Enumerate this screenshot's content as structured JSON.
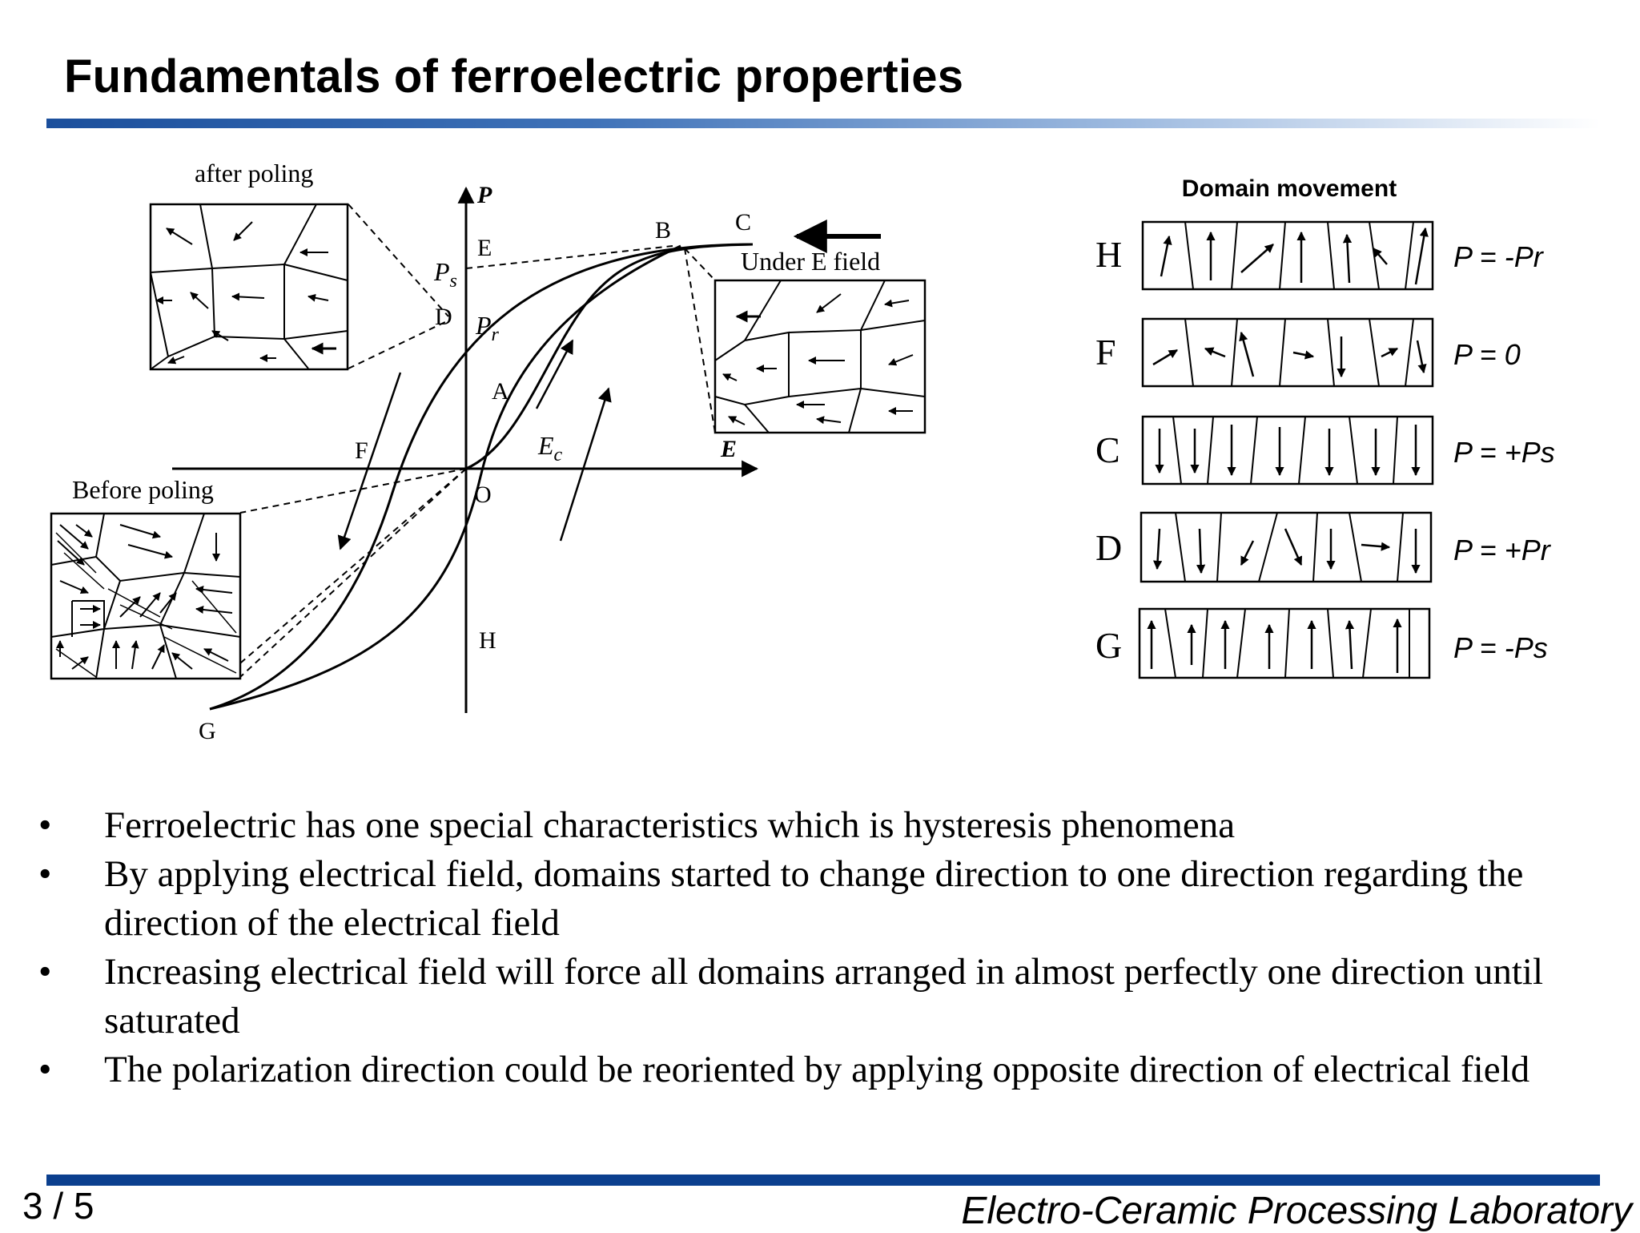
{
  "slide": {
    "title": "Fundamentals of ferroelectric properties",
    "page_number": "3 / 5",
    "footer": "Electro-Ceramic Processing Laboratory"
  },
  "hysteresis": {
    "axis_p": "P",
    "axis_e": "E",
    "points": {
      "B": "B",
      "C": "C",
      "E": "E",
      "D": "D",
      "A": "A",
      "F": "F",
      "O": "O",
      "H": "H",
      "G": "G"
    },
    "ps_label": "P",
    "ps_sub": "s",
    "pr_label": "P",
    "pr_sub": "r",
    "ec_label": "E",
    "ec_sub": "c",
    "inset_after_poling": "after poling",
    "inset_before_poling": "Before poling",
    "inset_under_field": "Under E field"
  },
  "domain_movement": {
    "title": "Domain movement",
    "rows": [
      {
        "label": "H",
        "value": "P = -Pr"
      },
      {
        "label": "F",
        "value": "P = 0"
      },
      {
        "label": "C",
        "value": "P = +Ps"
      },
      {
        "label": "D",
        "value": "P = +Pr"
      },
      {
        "label": "G",
        "value": "P = -Ps"
      }
    ]
  },
  "bullets": [
    "Ferroelectric has one special characteristics which is hysteresis phenomena",
    "By applying electrical field, domains started to change direction to one direction regarding the direction of the electrical field",
    "Increasing electrical field will force all domains arranged in almost perfectly one direction until saturated",
    "The polarization direction could be reoriented by applying opposite direction of electrical field"
  ],
  "bullet_symbol": "•",
  "colors": {
    "title_bar_start": "#1b4f9c",
    "footer_bar": "#0b3f8e",
    "text": "#000000"
  }
}
